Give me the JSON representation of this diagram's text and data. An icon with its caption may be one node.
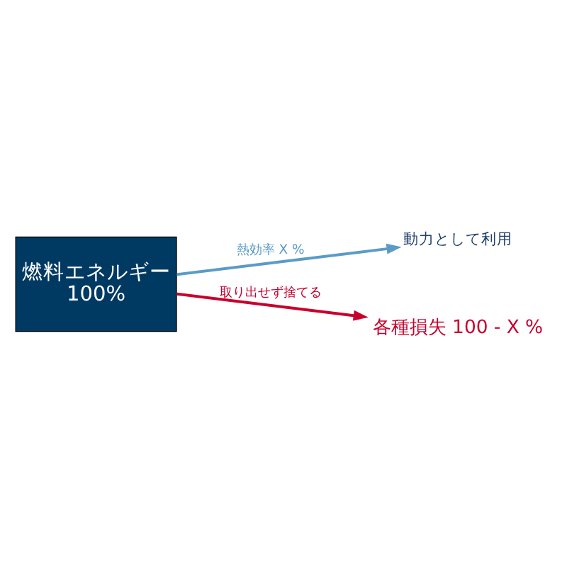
{
  "diagram": {
    "nodes": [
      {
        "text": [
          "燃料エネルギー",
          "100%"
        ]
      },
      {
        "text": [
          "動力として利用"
        ]
      },
      {
        "text": [
          "各種損失 100 - X %"
        ]
      }
    ],
    "edges": [
      {
        "from": 0,
        "to": 1,
        "arrow": "to",
        "label": "熱効率 X %",
        "color": "#5b9bc6"
      },
      {
        "from": 0,
        "to": 2,
        "arrow": "to",
        "label": "取り出せず捨てる",
        "color": "#c8002d"
      }
    ]
  }
}
